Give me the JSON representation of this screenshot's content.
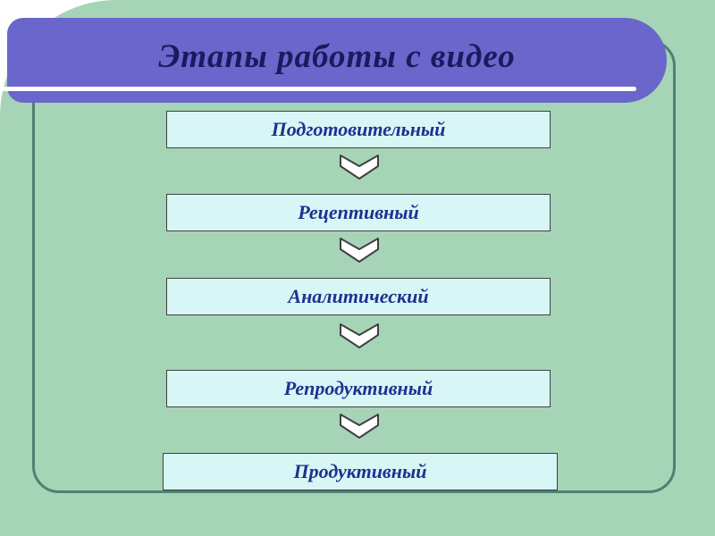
{
  "header": {
    "title": "Этапы работы с видео"
  },
  "steps": [
    {
      "label": "Подготовительный"
    },
    {
      "label": "Рецептивный"
    },
    {
      "label": "Аналитический"
    },
    {
      "label": "Репродуктивный"
    },
    {
      "label": "Продуктивный"
    }
  ],
  "icons": {
    "between_steps": "down-arrow-icon"
  },
  "colors": {
    "background": "#a6d4b6",
    "banner": "#6a66cb",
    "title_text": "#1b1a5e",
    "title_underline": "#ffffff",
    "box_fill": "#d9f6f6",
    "box_border": "#404040",
    "box_text": "#1e3190",
    "frame_stroke": "#4e8173",
    "arrow_fill": "#ffffff",
    "arrow_stroke": "#404040"
  }
}
